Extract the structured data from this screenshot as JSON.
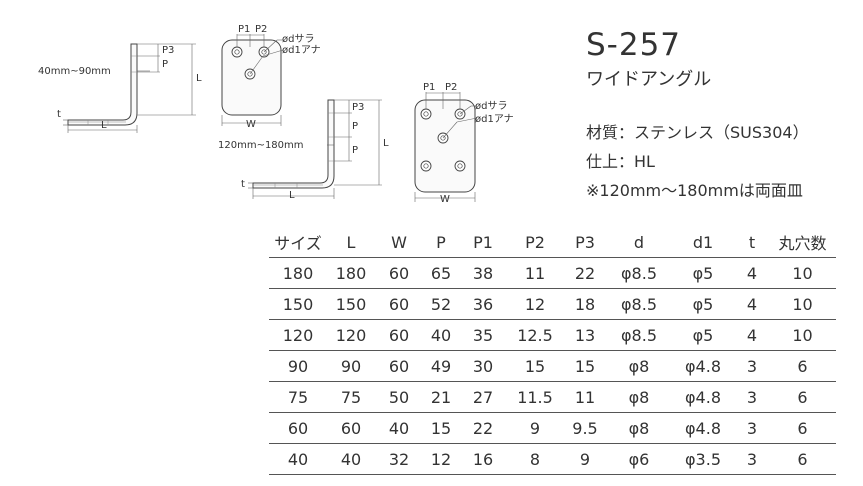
{
  "product": {
    "code": "S-257",
    "name": "ワイドアングル",
    "material": "材質：ステンレス（SUS304）",
    "finish": "仕上：HL",
    "note": "※120mm～180mmは両面皿"
  },
  "drawing1": {
    "range": "40mm~90mm",
    "p3": "P3",
    "p": "P",
    "l": "L",
    "t": "t",
    "l_bottom": "L",
    "p1": "P1",
    "p2": "P2",
    "d": "ødサラ",
    "d1": "ød1アナ",
    "w": "W"
  },
  "drawing2": {
    "range": "120mm~180mm",
    "p3": "P3",
    "p_a": "P",
    "p_b": "P",
    "l": "L",
    "t": "t",
    "l_bottom": "L",
    "p1": "P1",
    "p2": "P2",
    "d": "ødサラ",
    "d1": "ød1アナ",
    "w": "W"
  },
  "table": {
    "headers": [
      "サイズ",
      "L",
      "W",
      "P",
      "P1",
      "P2",
      "P3",
      "d",
      "d1",
      "t",
      "丸穴数"
    ],
    "rows": [
      [
        "180",
        "180",
        "60",
        "65",
        "38",
        "11",
        "22",
        "φ8.5",
        "φ5",
        "4",
        "10"
      ],
      [
        "150",
        "150",
        "60",
        "52",
        "36",
        "12",
        "18",
        "φ8.5",
        "φ5",
        "4",
        "10"
      ],
      [
        "120",
        "120",
        "60",
        "40",
        "35",
        "12.5",
        "13",
        "φ8.5",
        "φ5",
        "4",
        "10"
      ],
      [
        "90",
        "90",
        "60",
        "49",
        "30",
        "15",
        "15",
        "φ8",
        "φ4.8",
        "3",
        "6"
      ],
      [
        "75",
        "75",
        "50",
        "21",
        "27",
        "11.5",
        "11",
        "φ8",
        "φ4.8",
        "3",
        "6"
      ],
      [
        "60",
        "60",
        "40",
        "15",
        "22",
        "9",
        "9.5",
        "φ8",
        "φ4.8",
        "3",
        "6"
      ],
      [
        "40",
        "40",
        "32",
        "12",
        "16",
        "8",
        "9",
        "φ6",
        "φ3.5",
        "3",
        "6"
      ]
    ]
  }
}
